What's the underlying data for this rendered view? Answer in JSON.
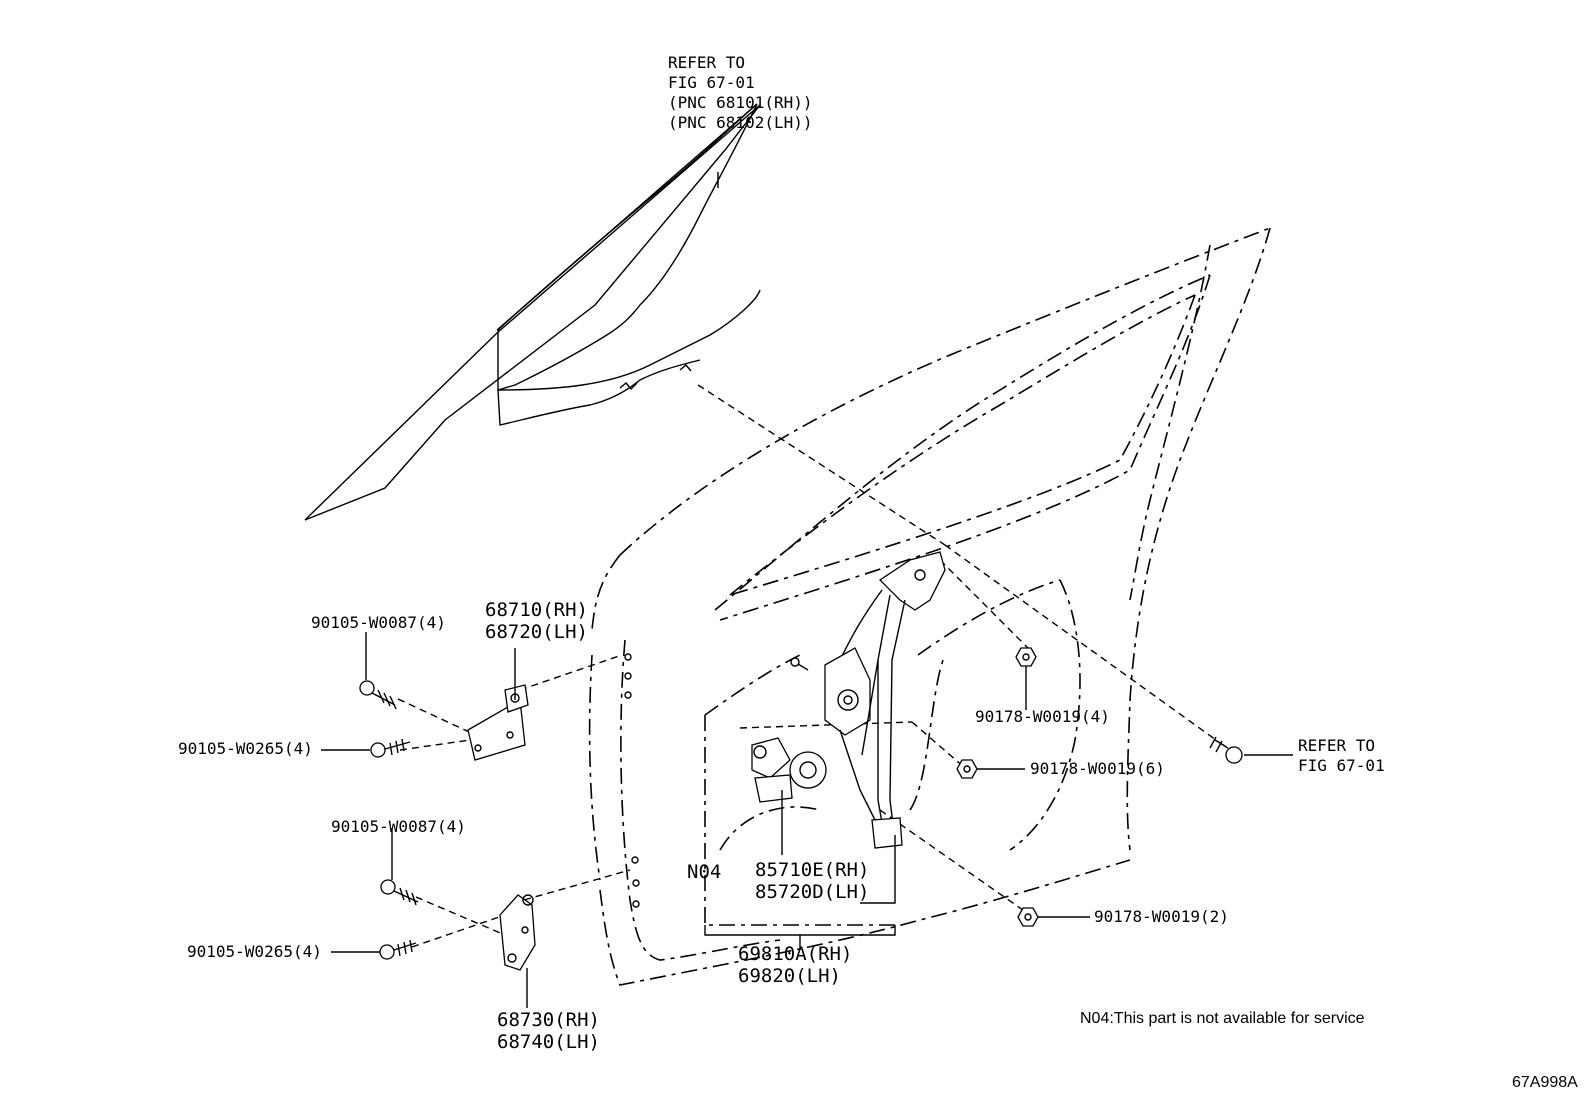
{
  "figure_id": "67A998A",
  "note": "N04:This part is not available for service",
  "labels": {
    "glass_ref": [
      "REFER TO",
      "FIG 67-01",
      "(PNC 68101(RH))",
      "(PNC 68102(LH))"
    ],
    "bolt_ref": [
      "REFER TO",
      "FIG 67-01"
    ],
    "upper_hinge": [
      "68710(RH)",
      "68720(LH)"
    ],
    "lower_hinge": [
      "68730(RH)",
      "68740(LH)"
    ],
    "motor": [
      "85710E(RH)",
      "85720D(LH)"
    ],
    "regulator": [
      "69810A(RH)",
      "69820(LH)"
    ],
    "n04": "N04",
    "bolt_upper_1": "90105-W0087(4)",
    "bolt_upper_2": "90105-W0265(4)",
    "bolt_lower_1": "90105-W0087(4)",
    "bolt_lower_2": "90105-W0265(4)",
    "nut_4": "90178-W0019(4)",
    "nut_6": "90178-W0019(6)",
    "nut_2": "90178-W0019(2)"
  }
}
